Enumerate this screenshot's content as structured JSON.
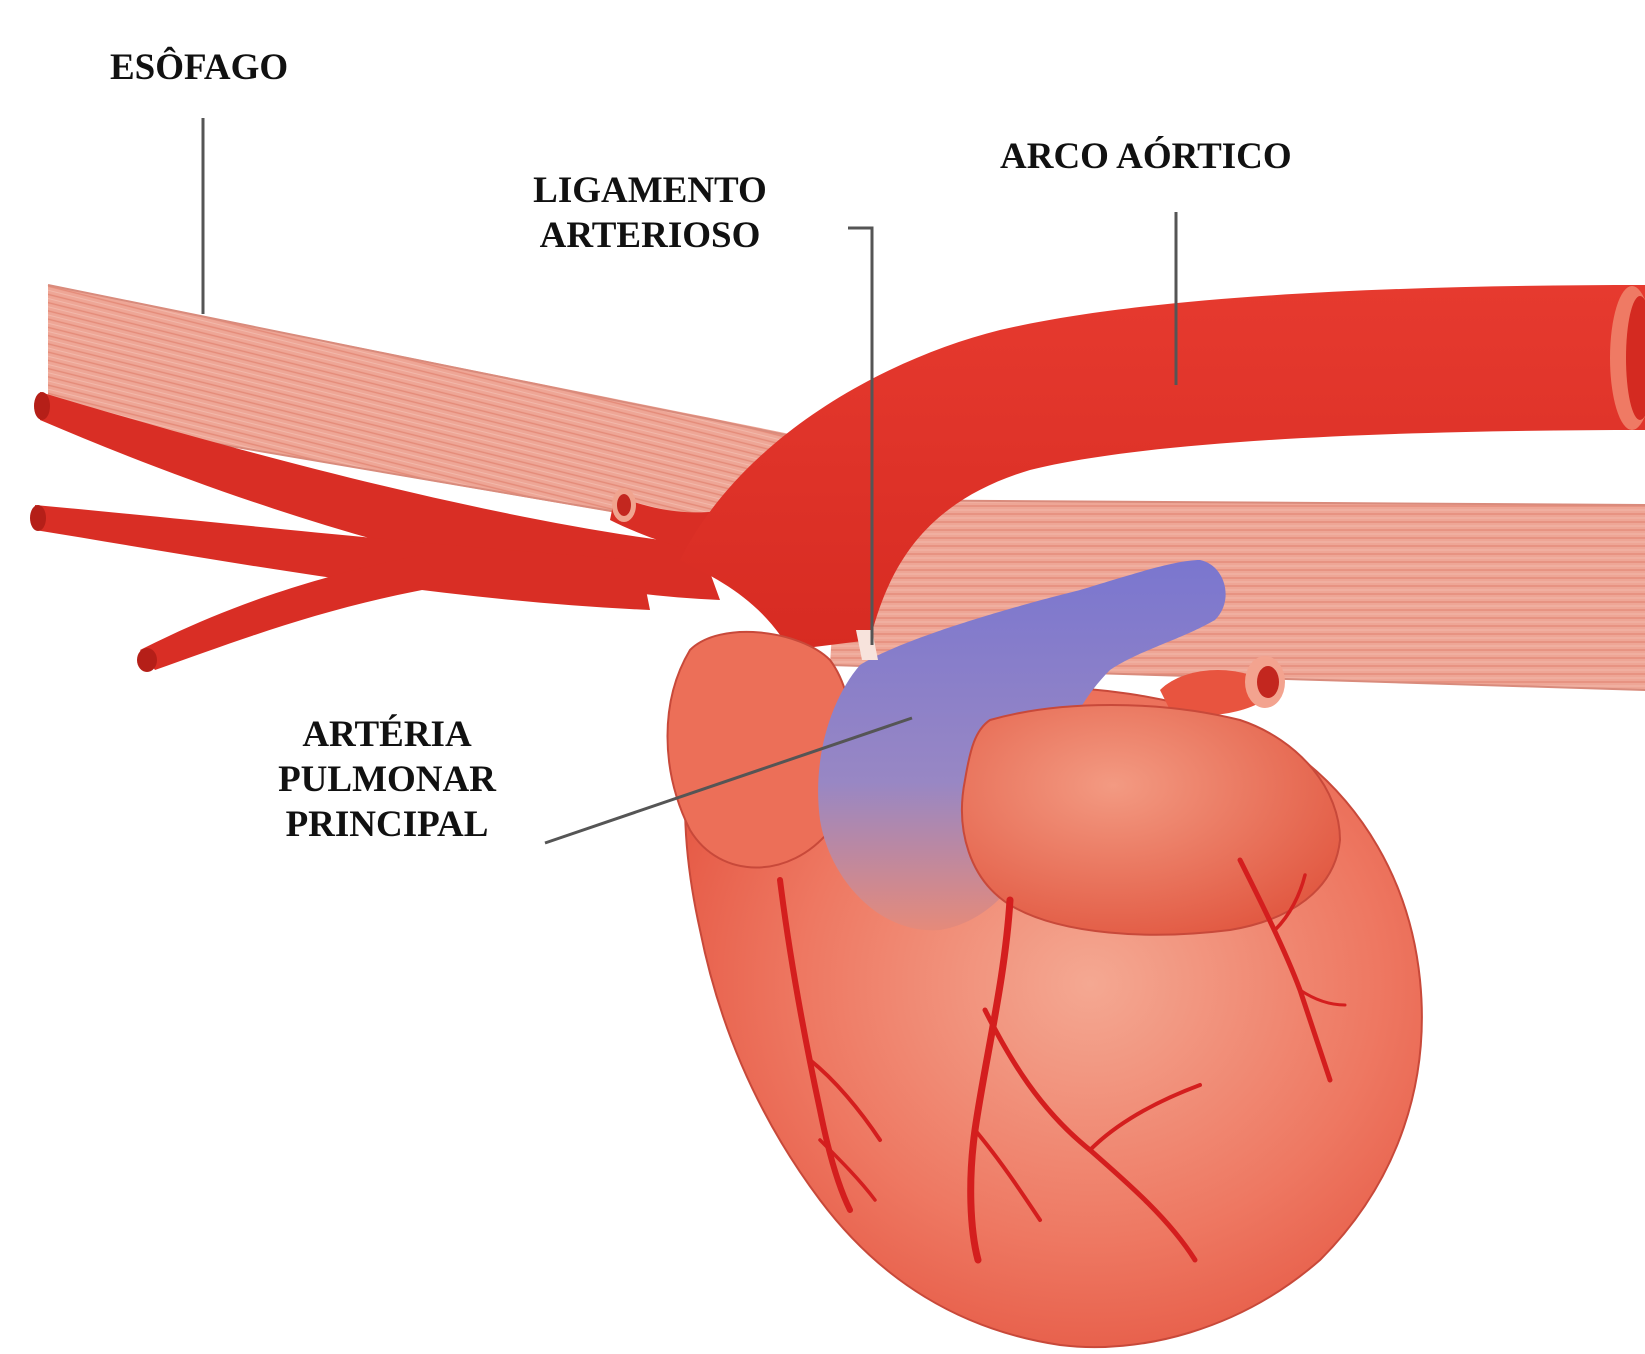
{
  "labels": {
    "esofago": "ESÔFAGO",
    "ligamento": [
      "LIGAMENTO",
      "ARTERIOSO"
    ],
    "arco": "ARCO AÓRTICO",
    "pulmonar": [
      "ARTÉRIA",
      "PULMONAR",
      "PRINCIPAL"
    ]
  },
  "colors": {
    "aorta": "#e2352b",
    "aorta_dark": "#c0241c",
    "pulmonary_artery": "#7e78c8",
    "heart": "#ec6a55",
    "heart_light": "#f3a08d",
    "esophagus": "#eda393",
    "coronary": "#d41e1e",
    "leader_line": "#444444"
  }
}
